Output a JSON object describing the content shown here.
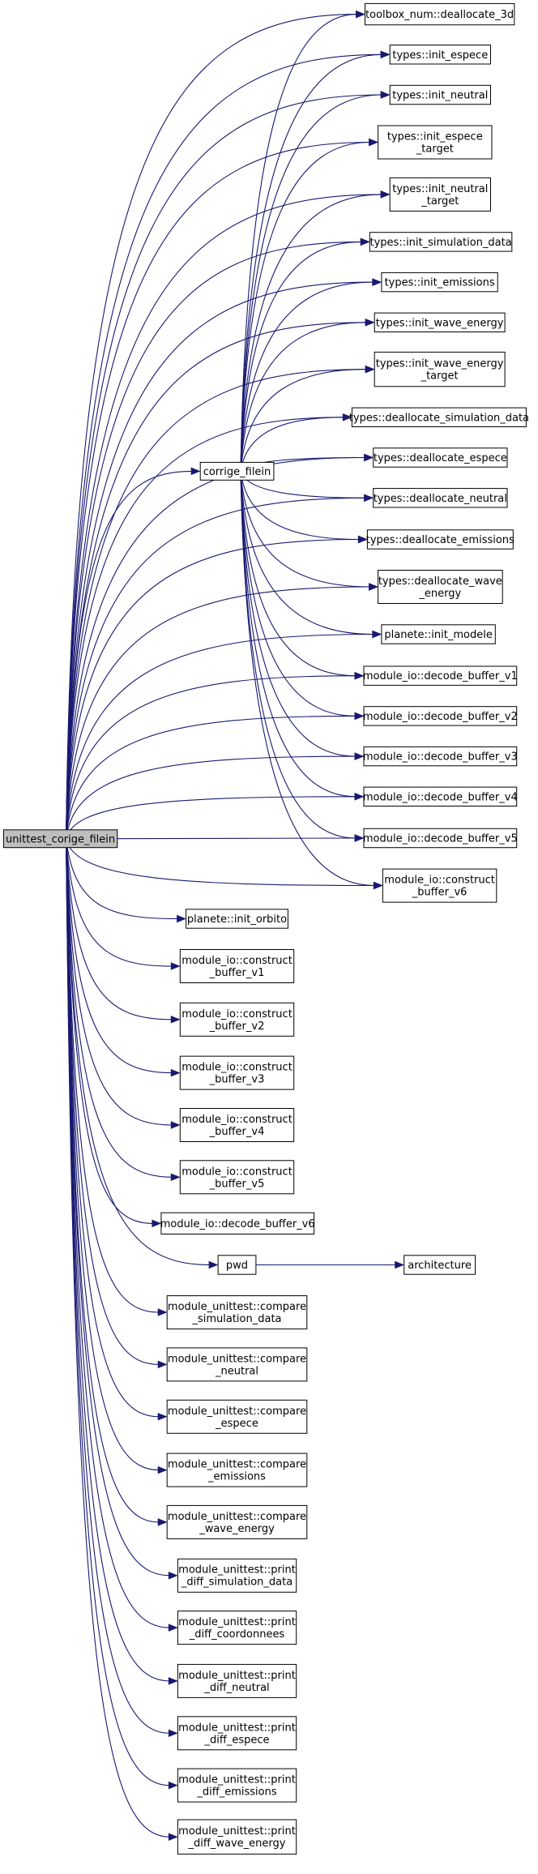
{
  "root": {
    "id": "root",
    "label": [
      "unittest_corige_filein"
    ]
  },
  "hub": {
    "id": "hub",
    "label": [
      "corrige_filein"
    ]
  },
  "leaves": [
    {
      "id": "toolbox_num::deallocate_3d",
      "label": [
        "toolbox_num::deallocate_3d"
      ],
      "callers": [
        "root",
        "hub"
      ]
    },
    {
      "id": "types::init_espece",
      "label": [
        "types::init_espece"
      ],
      "callers": [
        "root",
        "hub"
      ]
    },
    {
      "id": "types::init_neutral",
      "label": [
        "types::init_neutral"
      ],
      "callers": [
        "root",
        "hub"
      ]
    },
    {
      "id": "types::init_espece_target",
      "label": [
        "types::init_espece",
        "_target"
      ],
      "callers": [
        "root",
        "hub"
      ]
    },
    {
      "id": "types::init_neutral_target",
      "label": [
        "types::init_neutral",
        "_target"
      ],
      "callers": [
        "root",
        "hub"
      ]
    },
    {
      "id": "types::init_simulation_data",
      "label": [
        "types::init_simulation_data"
      ],
      "callers": [
        "root",
        "hub"
      ]
    },
    {
      "id": "types::init_emissions",
      "label": [
        "types::init_emissions"
      ],
      "callers": [
        "root",
        "hub"
      ]
    },
    {
      "id": "types::init_wave_energy",
      "label": [
        "types::init_wave_energy"
      ],
      "callers": [
        "root",
        "hub"
      ]
    },
    {
      "id": "types::init_wave_energy_target",
      "label": [
        "types::init_wave_energy",
        "_target"
      ],
      "callers": [
        "root",
        "hub"
      ]
    },
    {
      "id": "types::deallocate_simulation_data",
      "label": [
        "types::deallocate_simulation_data"
      ],
      "callers": [
        "root",
        "hub"
      ]
    },
    {
      "id": "types::deallocate_espece",
      "label": [
        "types::deallocate_espece"
      ],
      "callers": [
        "root",
        "hub"
      ]
    },
    {
      "id": "types::deallocate_neutral",
      "label": [
        "types::deallocate_neutral"
      ],
      "callers": [
        "root",
        "hub"
      ]
    },
    {
      "id": "types::deallocate_emissions",
      "label": [
        "types::deallocate_emissions"
      ],
      "callers": [
        "root",
        "hub"
      ]
    },
    {
      "id": "types::deallocate_wave_energy",
      "label": [
        "types::deallocate_wave",
        "_energy"
      ],
      "callers": [
        "root",
        "hub"
      ]
    },
    {
      "id": "planete::init_modele",
      "label": [
        "planete::init_modele"
      ],
      "callers": [
        "root",
        "hub"
      ]
    },
    {
      "id": "module_io::decode_buffer_v1",
      "label": [
        "module_io::decode_buffer_v1"
      ],
      "callers": [
        "root",
        "hub"
      ]
    },
    {
      "id": "module_io::decode_buffer_v2",
      "label": [
        "module_io::decode_buffer_v2"
      ],
      "callers": [
        "root",
        "hub"
      ]
    },
    {
      "id": "module_io::decode_buffer_v3",
      "label": [
        "module_io::decode_buffer_v3"
      ],
      "callers": [
        "root",
        "hub"
      ]
    },
    {
      "id": "module_io::decode_buffer_v4",
      "label": [
        "module_io::decode_buffer_v4"
      ],
      "callers": [
        "root",
        "hub"
      ]
    },
    {
      "id": "module_io::decode_buffer_v5",
      "label": [
        "module_io::decode_buffer_v5"
      ],
      "callers": [
        "root",
        "hub"
      ]
    },
    {
      "id": "module_io::construct_buffer_v6",
      "label": [
        "module_io::construct",
        "_buffer_v6"
      ],
      "callers": [
        "root",
        "hub"
      ]
    },
    {
      "id": "planete::init_orbito",
      "label": [
        "planete::init_orbito"
      ],
      "callers": [
        "root"
      ]
    },
    {
      "id": "module_io::construct_buffer_v1",
      "label": [
        "module_io::construct",
        "_buffer_v1"
      ],
      "callers": [
        "root"
      ]
    },
    {
      "id": "module_io::construct_buffer_v2",
      "label": [
        "module_io::construct",
        "_buffer_v2"
      ],
      "callers": [
        "root"
      ]
    },
    {
      "id": "module_io::construct_buffer_v3",
      "label": [
        "module_io::construct",
        "_buffer_v3"
      ],
      "callers": [
        "root"
      ]
    },
    {
      "id": "module_io::construct_buffer_v4",
      "label": [
        "module_io::construct",
        "_buffer_v4"
      ],
      "callers": [
        "root"
      ]
    },
    {
      "id": "module_io::construct_buffer_v5",
      "label": [
        "module_io::construct",
        "_buffer_v5"
      ],
      "callers": [
        "root"
      ]
    },
    {
      "id": "module_io::decode_buffer_v6",
      "label": [
        "module_io::decode_buffer_v6"
      ],
      "callers": [
        "root"
      ]
    },
    {
      "id": "pwd",
      "label": [
        "pwd"
      ],
      "callers": [
        "root"
      ]
    },
    {
      "id": "architecture",
      "label": [
        "architecture"
      ],
      "callers": [
        "pwd"
      ]
    },
    {
      "id": "module_unittest::compare_simulation_data",
      "label": [
        "module_unittest::compare",
        "_simulation_data"
      ],
      "callers": [
        "root"
      ]
    },
    {
      "id": "module_unittest::compare_neutral",
      "label": [
        "module_unittest::compare",
        "_neutral"
      ],
      "callers": [
        "root"
      ]
    },
    {
      "id": "module_unittest::compare_espece",
      "label": [
        "module_unittest::compare",
        "_espece"
      ],
      "callers": [
        "root"
      ]
    },
    {
      "id": "module_unittest::compare_emissions",
      "label": [
        "module_unittest::compare",
        "_emissions"
      ],
      "callers": [
        "root"
      ]
    },
    {
      "id": "module_unittest::compare_wave_energy",
      "label": [
        "module_unittest::compare",
        "_wave_energy"
      ],
      "callers": [
        "root"
      ]
    },
    {
      "id": "module_unittest::print_diff_simulation_data",
      "label": [
        "module_unittest::print",
        "_diff_simulation_data"
      ],
      "callers": [
        "root"
      ]
    },
    {
      "id": "module_unittest::print_diff_coordonnees",
      "label": [
        "module_unittest::print",
        "_diff_coordonnees"
      ],
      "callers": [
        "root"
      ]
    },
    {
      "id": "module_unittest::print_diff_neutral",
      "label": [
        "module_unittest::print",
        "_diff_neutral"
      ],
      "callers": [
        "root"
      ]
    },
    {
      "id": "module_unittest::print_diff_espece",
      "label": [
        "module_unittest::print",
        "_diff_espece"
      ],
      "callers": [
        "root"
      ]
    },
    {
      "id": "module_unittest::print_diff_emissions",
      "label": [
        "module_unittest::print",
        "_diff_emissions"
      ],
      "callers": [
        "root"
      ]
    },
    {
      "id": "module_unittest::print_diff_wave_energy",
      "label": [
        "module_unittest::print",
        "_diff_wave_energy"
      ],
      "callers": [
        "root"
      ]
    }
  ],
  "colors": {
    "edge": "#191970",
    "root_fill": "#bfbfbf",
    "node_fill": "#ffffff",
    "border": "#000000"
  }
}
